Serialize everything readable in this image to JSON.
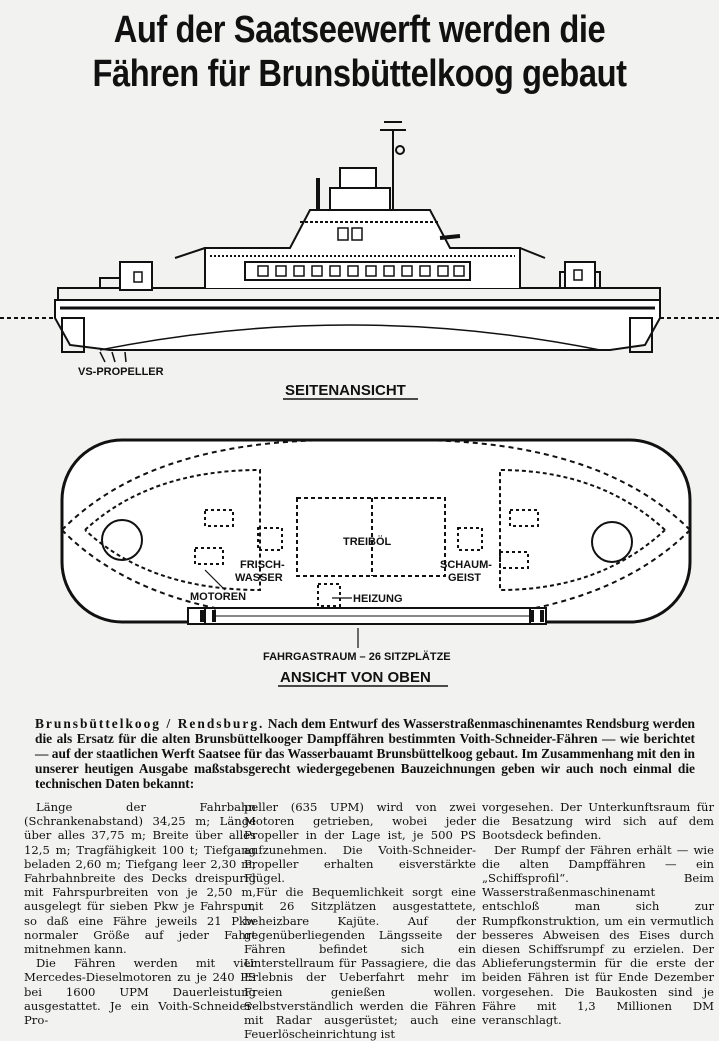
{
  "headline": {
    "line1": "Auf der Saatseewerft werden die",
    "line2": "Fähren für Brunsbüttelkoog gebaut"
  },
  "side_view": {
    "label_propeller": "VS-PROPELLER",
    "caption": "SEITENANSICHT"
  },
  "top_view": {
    "label_fuel": "TREIBÖL",
    "label_freshwater_1": "FRISCH-",
    "label_freshwater_2": "WASSER",
    "label_engines": "MOTOREN",
    "label_heating": "HEIZUNG",
    "label_foam_1": "SCHAUM-",
    "label_foam_2": "GEIST",
    "label_passenger": "FAHRGASTRAUM – 26 SITZPLÄTZE",
    "caption": "ANSICHT VON OBEN"
  },
  "article": {
    "dateline": "Brunsbüttelkoog / Rendsburg.",
    "lead": "Nach dem Entwurf des Wasserstraßenmaschinenamtes Rendsburg werden die als Ersatz für die alten Brunsbüttelkooger Dampffähren bestimmten Voith-Schneider-Fähren — wie berichtet — auf der staatlichen Werft Saatsee für das Wasserbauamt Brunsbüttelkoog gebaut. Im Zusammenhang mit den in unserer heutigen Ausgabe maßstabsgerecht wiedergegebenen Bauzeichnungen geben wir auch noch einmal die technischen Daten bekannt:",
    "col1_p1": "Länge der Fahrbahn (Schrankenabstand) 34,25 m; Länge über alles 37,75 m; Breite über alles 12,5 m; Tragfähigkeit 100 t; Tiefgang beladen 2,60 m; Tiefgang leer 2,30 m; Fahrbahnbreite des Decks dreispurig mit Fahrspurbreiten von je 2,50 m, ausgelegt für sieben Pkw je Fahrspur, so daß eine Fähre jeweils 21 Pkw normaler Größe auf jeder Fahrt mitnehmen kann.",
    "col1_p2": "Die Fähren werden mit vier Mercedes-Dieselmotoren zu je 240 PS bei 1600 UPM Dauerleistung ausgestattet. Je ein Voith-Schneider-Pro-",
    "col2_p1": "peller (635 UPM) wird von zwei Motoren getrieben, wobei jeder Propeller in der Lage ist, je 500 PS aufzunehmen. Die Voith-Schneider-Propeller erhalten eisverstärkte Flügel.",
    "col2_p2": "Für die Bequemlichkeit sorgt eine mit 26 Sitzplätzen ausgestattete, beheizbare Kajüte. Auf der gegenüberliegenden Längsseite der Fähren befindet sich ein Unterstellraum für Passagiere, die das Erlebnis der Ueberfahrt mehr im Freien genießen wollen. Selbstverständlich werden die Fähren mit Radar ausgerüstet; auch eine Feuerlöscheinrichtung ist",
    "col3_p1": "vorgesehen. Der Unterkunftsraum für die Besatzung wird sich auf dem Bootsdeck befinden.",
    "col3_p2": "Der Rumpf der Fähren erhält — wie die alten Dampffähren — ein „Schiffsprofil“. Beim Wasserstraßenmaschinenamt entschloß man sich zur Rumpfkonstruktion, um ein vermutlich besseres Abweisen des Eises durch diesen Schiffsrumpf zu erzielen. Der Ablieferungstermin für die erste der beiden Fähren ist für Ende Dezember vorgesehen. Die Baukosten sind je Fähre mit 1,3 Millionen DM veranschlagt."
  }
}
